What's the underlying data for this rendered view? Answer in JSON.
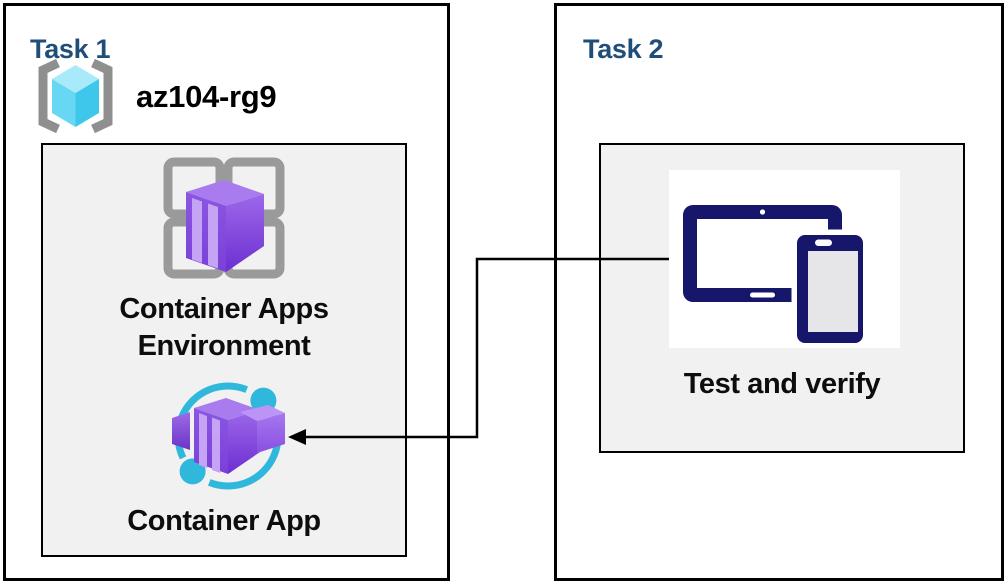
{
  "task1": {
    "title": "Task 1",
    "resource_group_name": "az104-rg9",
    "environment_label": "Container Apps Environment",
    "app_label": "Container App"
  },
  "task2": {
    "title": "Task 2",
    "test_label": "Test and verify"
  },
  "icons": {
    "resource_group": "azure-resource-group-icon",
    "environment": "container-apps-environment-icon",
    "app": "container-app-icon",
    "devices": "tablet-and-phone-icon"
  },
  "connector": {
    "from": "test-and-verify",
    "to": "container-app",
    "type": "elbow-arrow"
  },
  "colors": {
    "header_text": "#1F4E79",
    "label_text": "#0D0D0D",
    "box_border": "#000000",
    "inner_box_bg": "#F1F1F2",
    "navy_device": "#16166B",
    "cyan_accent": "#2FB7DC",
    "purple_accent": "#8250DC",
    "gray_frame": "#9A9A9A",
    "rg_cyan_top": "#A9EAFA"
  }
}
